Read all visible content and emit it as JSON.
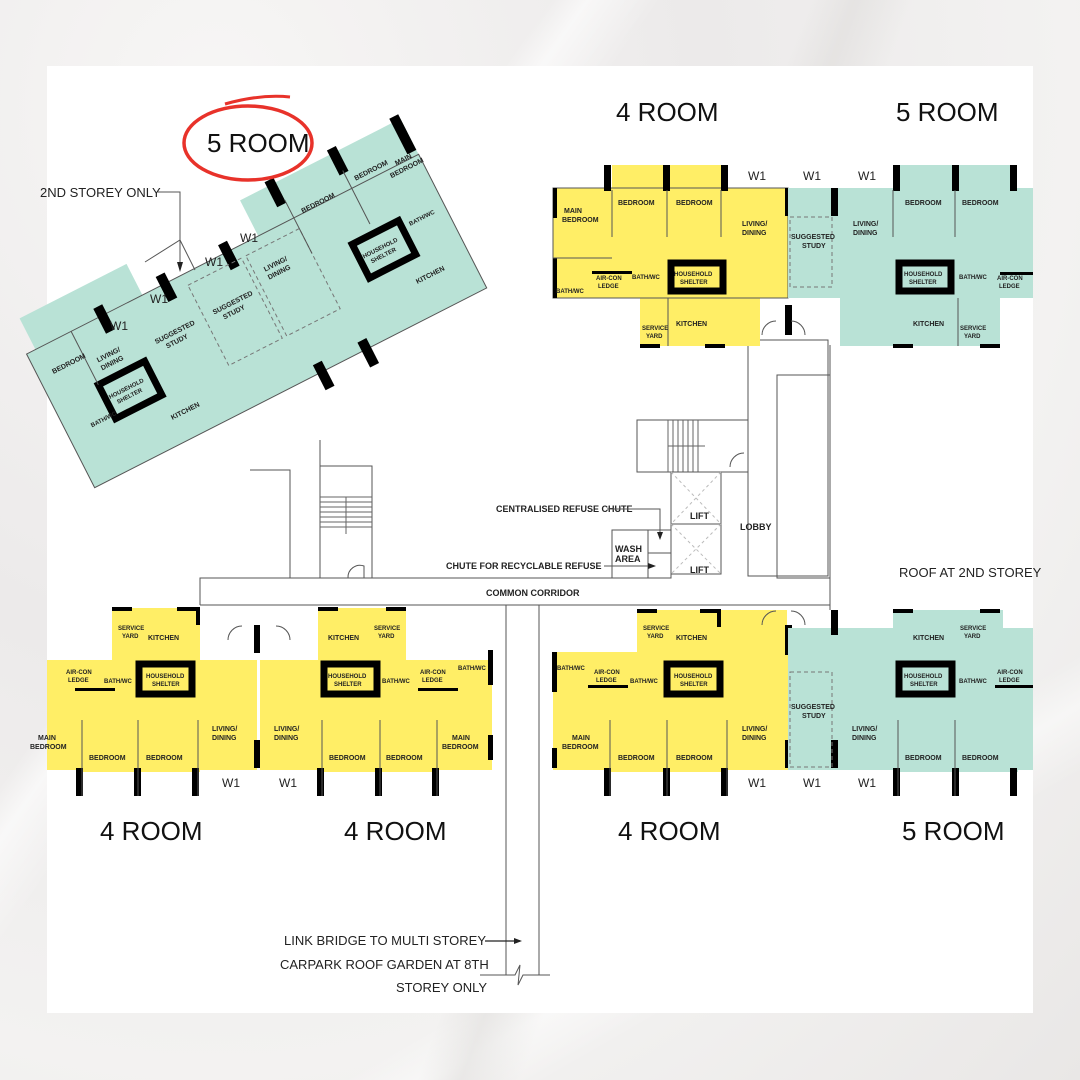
{
  "colors": {
    "four_room_fill": "#FFEE66",
    "five_room_fill": "#B9E2D6",
    "wall": "#000000",
    "highlight_circle": "#E8322A",
    "paper": "#FFFFFF"
  },
  "unit_titles": {
    "top_left_highlighted": "5 ROOM",
    "top_middle": "4 ROOM",
    "top_right": "5 ROOM",
    "bottom_1": "4 ROOM",
    "bottom_2": "4 ROOM",
    "bottom_3": "4 ROOM",
    "bottom_4": "5 ROOM"
  },
  "room_labels": {
    "main_bedroom": "MAIN BEDROOM",
    "main": "MAIN",
    "bedroom": "BEDROOM",
    "living": "LIVING/",
    "dining": "DINING",
    "suggested": "SUGGESTED",
    "study": "STUDY",
    "household": "HOUSEHOLD",
    "shelter": "SHELTER",
    "bath_wc": "BATH/WC",
    "air_con": "AIR-CON",
    "ledge": "LEDGE",
    "kitchen": "KITCHEN",
    "service": "SERVICE",
    "yard": "YARD",
    "window": "W1"
  },
  "core_labels": {
    "centralised_refuse_chute": "CENTRALISED REFUSE CHUTE",
    "chute_recyclable": "CHUTE FOR RECYCLABLE REFUSE",
    "wash": "WASH",
    "area": "AREA",
    "lift": "LIFT",
    "lobby": "LOBBY",
    "common_corridor": "COMMON CORRIDOR"
  },
  "notes": {
    "second_storey_only": "2ND STOREY ONLY",
    "roof_2nd_storey": "ROOF AT 2ND STOREY",
    "link_bridge_line1": "LINK BRIDGE TO MULTI STOREY",
    "link_bridge_line2": "CARPARK ROOF GARDEN AT 8TH",
    "link_bridge_line3": "STOREY ONLY"
  }
}
